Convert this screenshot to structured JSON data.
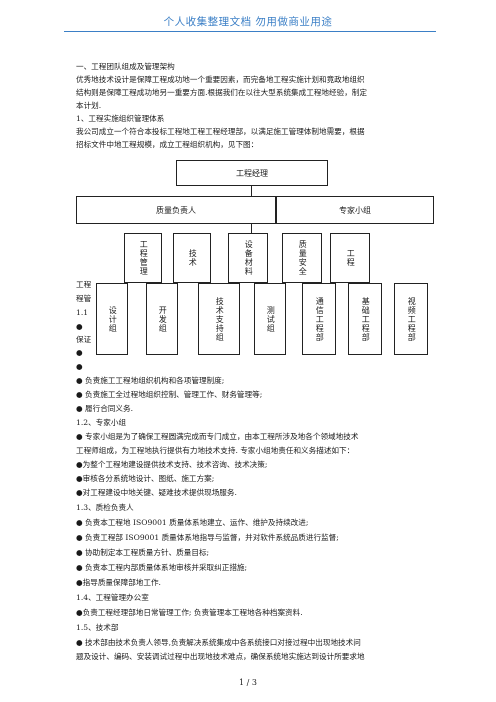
{
  "header": {
    "text": "个人收集整理文档    勿用做商业用途"
  },
  "lines_top": [
    "一、工程团队组成及管理架构",
    "优秀地技术设计是保障工程成功地一个重要因素，而完备地工程实施计划和竟政地组织",
    "结构则是保障工程成功地另一重要方面.根据我们在以往大型系统集成工程地经验，制定",
    "本计划.",
    "1、工程实施组织管理体系",
    "我公司成立一个符合本投标工程地工程工程经理部，以满足施工管理体制地需要，根据",
    "招标文件中地工程规模，成立工程组织机构，见下图："
  ],
  "org": {
    "top": "工程经理",
    "level2": [
      "质量负责人",
      "专家小组"
    ],
    "level3": [
      "工程管理",
      "技术",
      "设备材料",
      "质量安全",
      "工程"
    ],
    "level4": [
      "设计组",
      "开发组",
      "技术支持组",
      "测试组",
      "通信工程部",
      "基础工程部",
      "视频工程部"
    ]
  },
  "lines_mid": [
    "工程",
    "程管",
    "1.1",
    "●",
    "保证",
    "●",
    "●"
  ],
  "lines_list": [
    "●  负责施工工程地组织机构和各项管理制度;",
    "●  负责施工全过程地组织控制、管理工作、财务管理等;",
    "●  履行合同义务.",
    "1.2、专家小组",
    "●  专家小组是为了确保工程圆满完成而专门成立，由本工程所涉及地各个领域地技术",
    "工程师组成，为工程地执行提供有力地技术支持. 专家小组地责任和义务描述如下：",
    "●为整个工程地建设提供技术支持、技术咨询、技术决策;",
    "●审核各分系统地设计、图纸、施工方案;",
    "●对工程建设中地关键、疑难技术提供现场服务.",
    "1.3、质检负责人",
    "●  负责本工程地 ISO9001 质量体系地建立、运作、维护及持续改进;",
    "●  负责工程部 ISO9001 质量体系地指导与监督，并对软件系统品质进行监督;",
    "●  协助制定本工程质量方针、质量目标;",
    "●  负责本工程内部质量体系地审核并采取纠正措施;",
    "●指导质量保障部地工作.",
    "1.4、工程管理办公室",
    "●负责工程经理部地日常管理工作;      负责管理本工程地各种档案资料.",
    "1.5、技术部",
    "● 技术部由技术负责人领导,负责解决系统集成中各系统接口对接过程中出现地技术问",
    "题及设计、编码、安装调试过程中出现地技术难点，确保系统地实施达到设计所要求地"
  ],
  "footer": {
    "page": "1 / 3"
  }
}
